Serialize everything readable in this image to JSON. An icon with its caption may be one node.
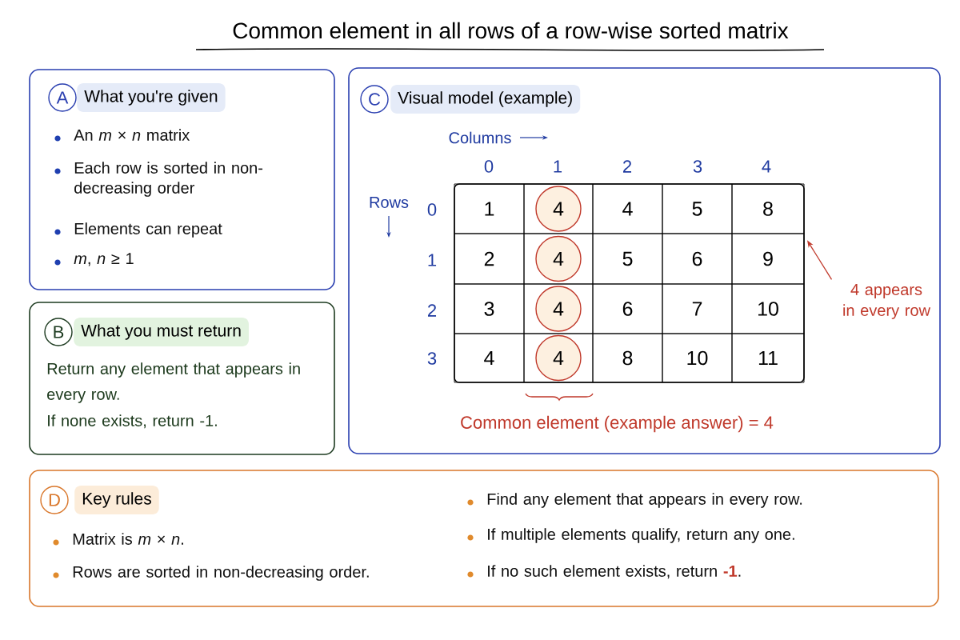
{
  "diagram": {
    "title": "Common element in all rows of a row-wise sorted matrix",
    "nodes": [
      {
        "text": [
          "A",
          "What you're given",
          "An *m* × *n* matrix",
          "Each row is sorted in non-decreasing order",
          "Elements can repeat",
          "*m*, *n* ≥ 1"
        ]
      },
      {
        "text": [
          "B",
          "What you must return",
          "Return any element that appears in every row.",
          "If none exists, return -1."
        ]
      },
      {
        "text": [
          "C",
          "Visual model (example)"
        ]
      },
      {
        "text": [],
        "shape": "box",
        "in": 2
      },
      {
        "text": [
          "1"
        ],
        "in": 3
      },
      {
        "text": [],
        "shape": "box",
        "in": 3
      },
      {
        "text": [
          "4"
        ],
        "in": 5
      },
      {
        "text": [
          "4"
        ],
        "in": 3
      },
      {
        "text": [
          "5"
        ],
        "in": 3
      },
      {
        "text": [
          "8"
        ],
        "in": 3
      },
      {
        "text": [
          "2"
        ],
        "in": 3
      },
      {
        "text": [],
        "shape": "box",
        "in": 3
      },
      {
        "text": [
          "4"
        ],
        "in": 11
      },
      {
        "text": [
          "5"
        ],
        "in": 3
      },
      {
        "text": [
          "6"
        ],
        "in": 3
      },
      {
        "text": [
          "9"
        ],
        "in": 3
      },
      {
        "text": [
          "3"
        ],
        "in": 3
      },
      {
        "text": [],
        "shape": "box",
        "in": 3
      },
      {
        "text": [
          "4"
        ],
        "in": 17
      },
      {
        "text": [
          "6"
        ],
        "in": 3
      },
      {
        "text": [
          "7"
        ],
        "in": 3
      },
      {
        "text": [
          "10"
        ],
        "in": 3
      },
      {
        "text": [
          "4"
        ],
        "in": 3
      },
      {
        "text": [],
        "shape": "box",
        "in": 3
      },
      {
        "text": [
          "4"
        ],
        "in": 23
      },
      {
        "text": [
          "8"
        ],
        "in": 3
      },
      {
        "text": [
          "10"
        ],
        "in": 3
      },
      {
        "text": [
          "11"
        ],
        "in": 3
      },
      {
        "text": [
          "4 appears in every row"
        ],
        "in": 2
      },
      {
        "text": [
          "D",
          "Key rules",
          "Matrix is *m* × *n*.",
          "Rows are sorted in non-decreasing order.",
          "Find any element that appears in every row.",
          "If multiple elements qualify, return any one.",
          "If no such element exists, return **-1**."
        ]
      }
    ],
    "edges": [
      {
        "from": 28,
        "to": 3,
        "arrow": "to"
      }
    ],
    "labels": [
      "Columns",
      "0",
      "1",
      "2",
      "3",
      "4",
      "Rows",
      "0",
      "1",
      "2",
      "3",
      "Common element (example answer) = 4"
    ]
  }
}
